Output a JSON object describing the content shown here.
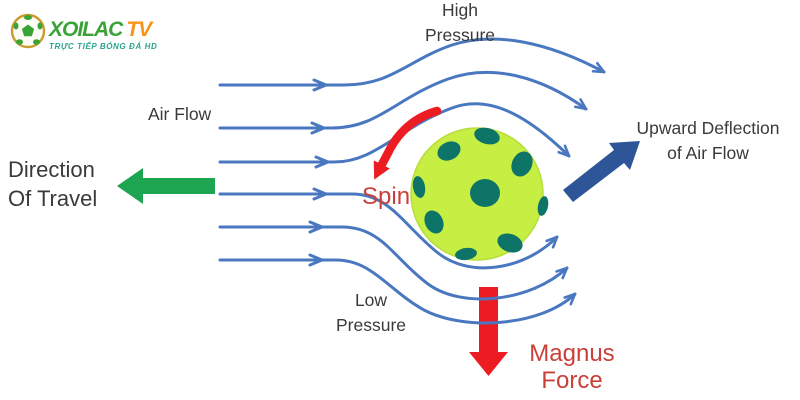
{
  "logo": {
    "title_green": "XOILAC",
    "title_orange": "TV",
    "tagline": "TRỰC TIẾP BÓNG ĐÁ HD"
  },
  "labels": {
    "high_pressure": {
      "line1": "High",
      "line2": "Pressure"
    },
    "air_flow": "Air Flow",
    "upward_deflection": {
      "line1": "Upward Deflection",
      "line2": "of Air Flow"
    },
    "direction_of_travel": {
      "line1": "Direction",
      "line2": "Of Travel"
    },
    "spin": "Spin",
    "low_pressure": {
      "line1": "Low",
      "line2": "Pressure"
    },
    "magnus_force": {
      "line1": "Magnus",
      "line2": "Force"
    }
  },
  "colors": {
    "streamline": "#4a78c0",
    "ball": "#c7ee43",
    "ball_edge": "#b8dd3c",
    "ball_hole": "#0e7468",
    "arrow_red": "#ec1c23",
    "text_red": "#c9403a",
    "arrow_green": "#1da552",
    "arrow_blue": "#2e5597",
    "text_dark": "#3a3a3a",
    "logo_green": "#3aa335",
    "logo_orange": "#f7941d",
    "logo_teal": "#2aa38f",
    "logo_ring": "#c99b2d"
  }
}
